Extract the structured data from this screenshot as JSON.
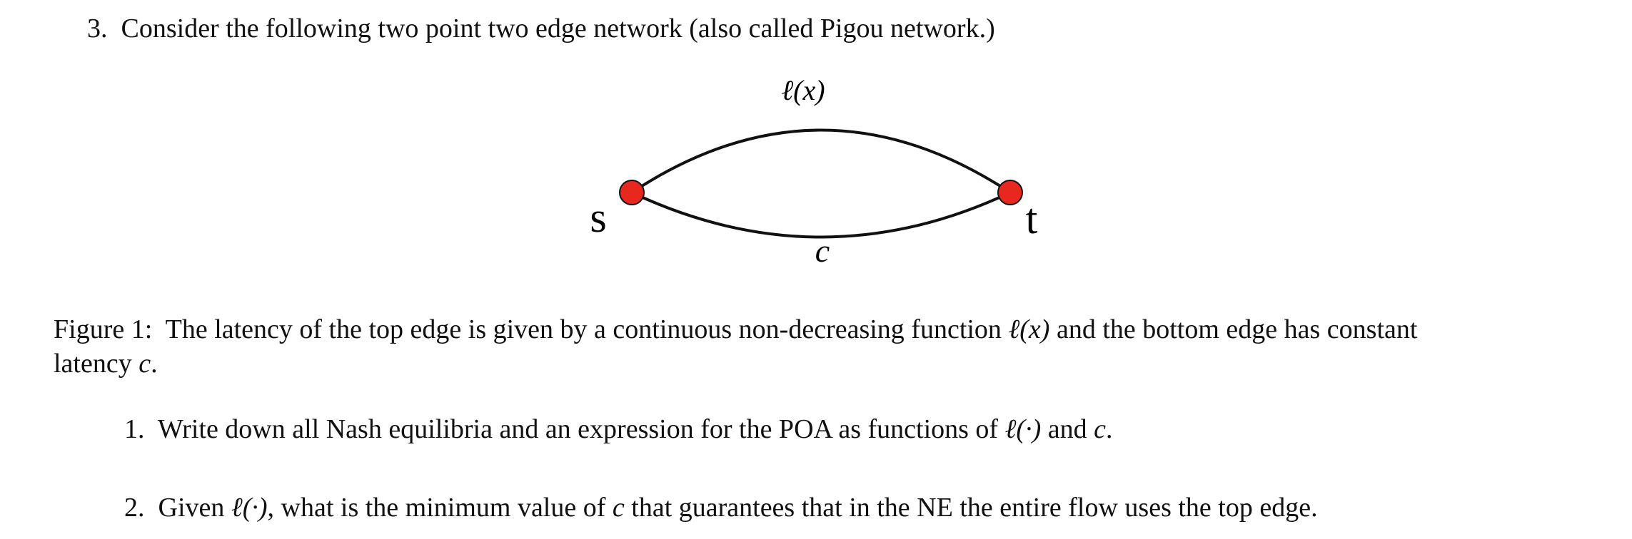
{
  "problem": {
    "number": "3.",
    "text": "Consider the following two point two edge network (also called Pigou network.)"
  },
  "figure": {
    "top_edge_label": "ℓ(x)",
    "bottom_edge_label": "c",
    "source_label": "s",
    "sink_label": "t",
    "node_color": "#e8271e",
    "edge_color": "#111111",
    "caption_prefix": "Figure 1:",
    "caption_line1_a": "The latency of the top edge is given by a continuous non-decreasing function ",
    "caption_line1_math": "ℓ(x)",
    "caption_line1_b": " and the bottom edge has constant",
    "caption_line2_a": "latency ",
    "caption_line2_math": "c",
    "caption_line2_b": "."
  },
  "questions": [
    {
      "number": "1.",
      "text_a": "Write down all Nash equilibria and an expression for the POA as functions of ",
      "math_a": "ℓ(·)",
      "text_b": " and ",
      "math_b": "c",
      "text_c": "."
    },
    {
      "number": "2.",
      "text_a": "Given ",
      "math_a": "ℓ(·)",
      "text_b": ", what is the minimum value of ",
      "math_b": "c",
      "text_c": " that guarantees that in the NE the entire flow uses the top edge."
    }
  ]
}
